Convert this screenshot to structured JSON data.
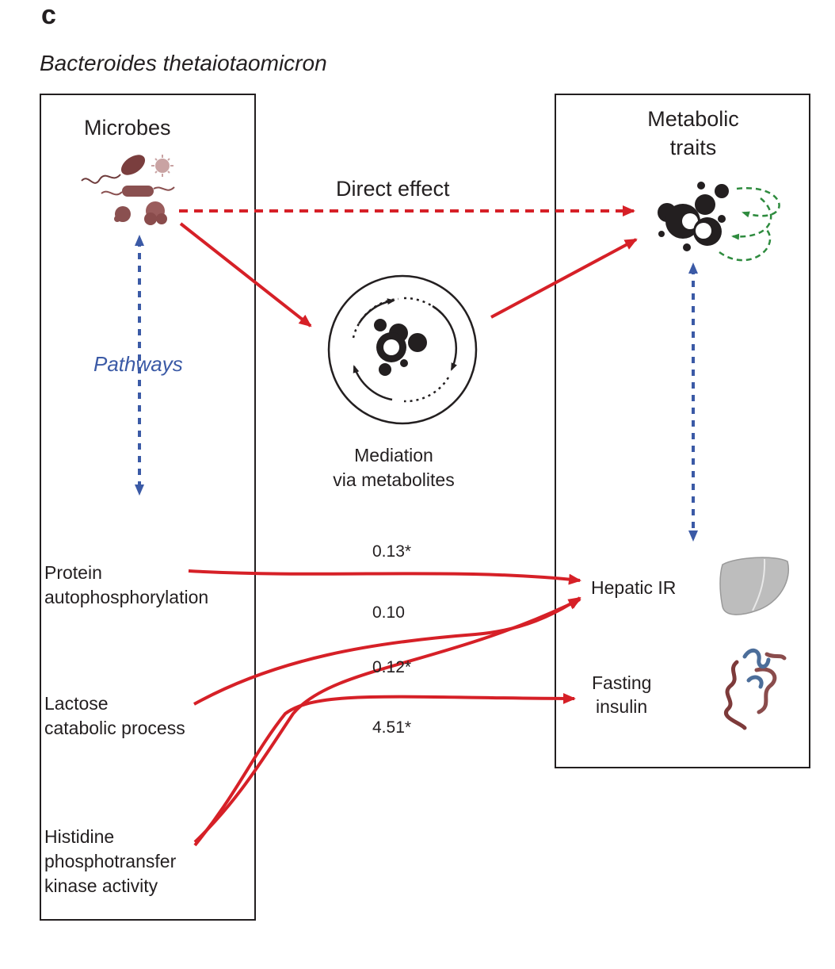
{
  "panel": {
    "letter": "c",
    "species": "Bacteroides thetaiotaomicron"
  },
  "left_box": {
    "heading": "Microbes",
    "pathways_label": "Pathways",
    "pathways": [
      [
        "Protein",
        "autophosphorylation"
      ],
      [
        "Lactose",
        "catabolic process"
      ],
      [
        "Histidine",
        "phosphotransfer",
        "kinase activity"
      ]
    ]
  },
  "right_box": {
    "heading_line1": "Metabolic",
    "heading_line2": "traits",
    "traits": [
      {
        "label_lines": [
          "Hepatic IR"
        ],
        "icon": "liver-icon"
      },
      {
        "label_lines": [
          "Fasting",
          "insulin"
        ],
        "icon": "insulin-protein-icon"
      }
    ]
  },
  "center": {
    "direct_effect": "Direct effect",
    "mediation_line1": "Mediation",
    "mediation_line2": "via metabolites"
  },
  "effects": [
    "0.13*",
    "0.10",
    "0.12*",
    "4.51*"
  ],
  "colors": {
    "arrow_red": "#d62027",
    "pathway_blue": "#3b5aa6",
    "feedback_green": "#2e8b3e",
    "line_black": "#231f20"
  }
}
